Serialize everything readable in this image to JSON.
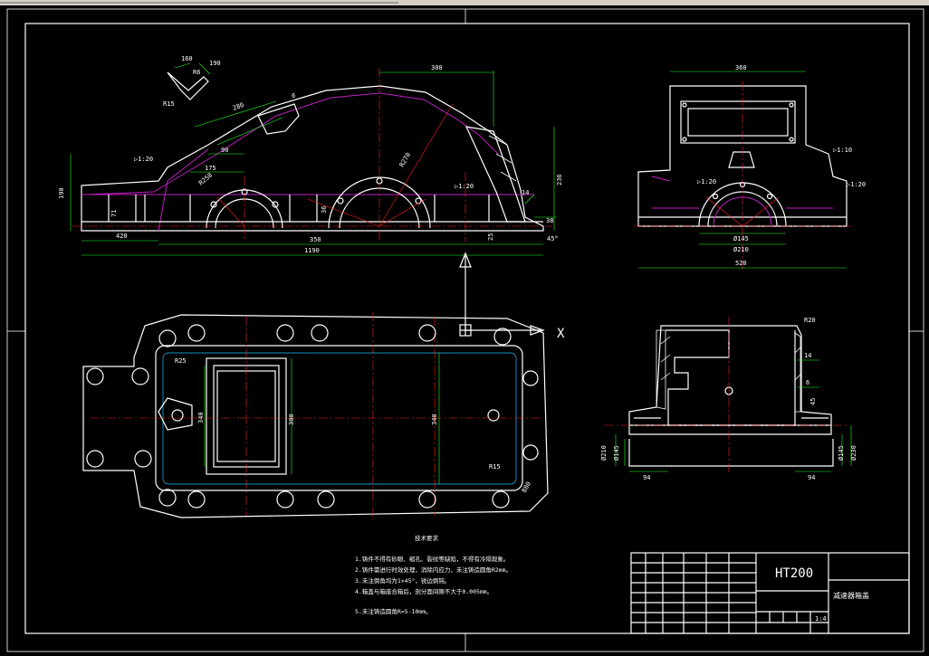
{
  "views": {
    "front": {
      "dims": {
        "d160": "160",
        "r6": "R6",
        "d190": "190",
        "r15": "R15",
        "d280": "280",
        "d6": "6",
        "d300": "300",
        "d90": "90",
        "d175": "175",
        "d190v": "190",
        "r270": "R270",
        "r250": "R250",
        "slope_left": "▷1:20",
        "slope_right": "▷1:20",
        "d236": "236",
        "d14": "14",
        "d38": "38",
        "d71": "71",
        "d36": "36",
        "d25": "25",
        "d420": "420",
        "d350": "350",
        "d1190": "1190",
        "a45": "45°"
      }
    },
    "side": {
      "dims": {
        "d360": "360",
        "slope_top": "▷1:10",
        "slope_mid": "▷1:20",
        "slope_r": "▷1:20",
        "d145": "Ø145",
        "d210": "Ø210",
        "d520": "520"
      }
    },
    "plan": {
      "dims": {
        "r25": "R25",
        "d340a": "340",
        "d300": "300",
        "d340b": "340",
        "r15": "R15",
        "d880": "880"
      },
      "axis_x": "X"
    },
    "section": {
      "dims": {
        "r20": "R20",
        "d14": "14",
        "d6": "6",
        "d45": "45",
        "d210": "Ø210",
        "d145": "Ø145",
        "d94a": "94",
        "d94b": "94",
        "d145r": "Ø145",
        "d230r": "Ø230"
      }
    }
  },
  "notes": {
    "heading": "技术要求",
    "lines": [
      "1.铸件不得有砂眼、缩孔、裂纹等缺陷，不得有冷隔现象。",
      "2.铸件需进行时效处理，消除内应力，未注铸造圆角R2mm。",
      "3.未注倒角均为1×45°，锐边倒钝。",
      "4.箱盖与箱座合箱后，剖分面间隙不大于0.005mm。",
      "5.未注铸造圆角R=5-10mm。"
    ]
  },
  "title_block": {
    "material": "HT200",
    "name": "减速器箱盖",
    "scale": "1:4"
  }
}
